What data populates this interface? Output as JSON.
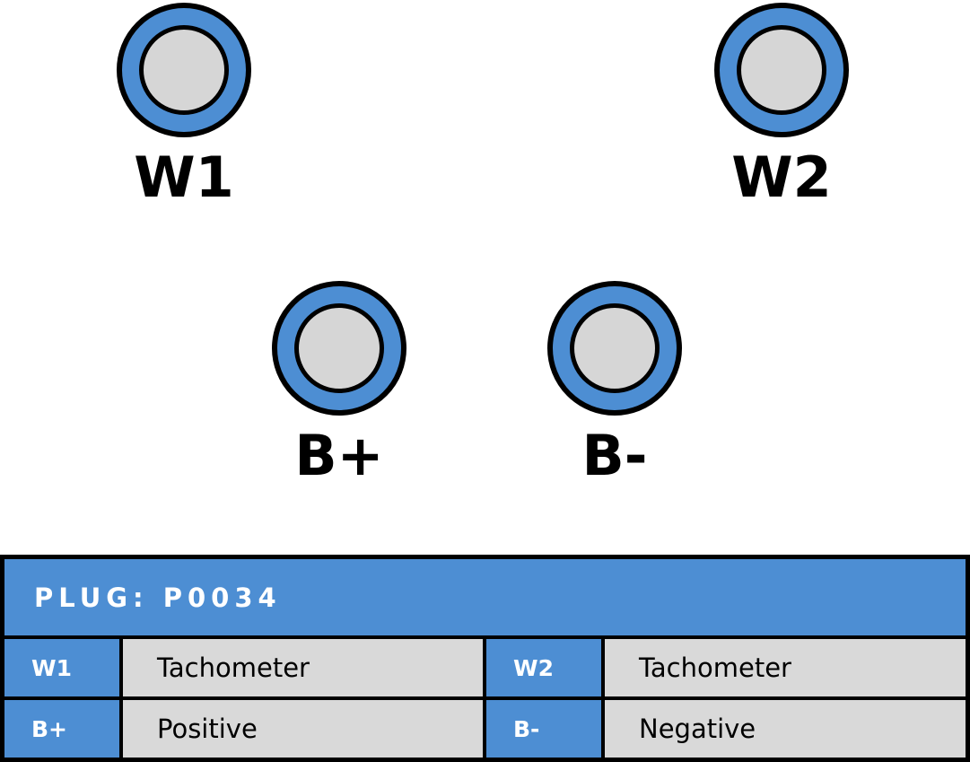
{
  "terminals": [
    {
      "label": "W1"
    },
    {
      "label": "W2"
    },
    {
      "label": "B+"
    },
    {
      "label": "B-"
    }
  ],
  "plug_table": {
    "title": "PLUG: P0034",
    "rows": [
      {
        "cells": [
          {
            "key": "W1",
            "value": "Tachometer"
          },
          {
            "key": "W2",
            "value": "Tachometer"
          }
        ]
      },
      {
        "cells": [
          {
            "key": "B+",
            "value": "Positive"
          },
          {
            "key": "B-",
            "value": "Negative"
          }
        ]
      }
    ]
  },
  "colors": {
    "accent_blue": "#4d8ed3",
    "circle_gray": "#d6d6d6",
    "cell_gray": "#d9d9d9",
    "outline": "#000000"
  }
}
